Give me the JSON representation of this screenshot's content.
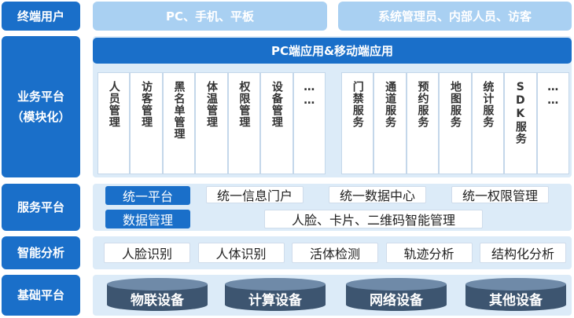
{
  "layers": {
    "terminal": "终端用户",
    "business": [
      "业务平台",
      "（模块化）"
    ],
    "service": "服务平台",
    "analysis": "智能分析",
    "base": "基础平台"
  },
  "terminal_boxes": [
    "PC、手机、平板",
    "系统管理员、内部人员、访客"
  ],
  "app_bar": "PC端应用&移动端应用",
  "modules_left": [
    "人员管理",
    "访客管理",
    "黑名单管理",
    "体温管理",
    "权限管理",
    "设备管理",
    "……"
  ],
  "modules_right": [
    "门禁服务",
    "通道服务",
    "预约服务",
    "地图服务",
    "统计服务",
    "SDK服务",
    "……"
  ],
  "service_platform": {
    "unified_platform": "统一平台",
    "data_management": "数据管理",
    "items": [
      "统一信息门户",
      "统一数据中心",
      "统一权限管理"
    ],
    "smart_management": "人脸、卡片、二维码智能管理"
  },
  "analysis_items": [
    "人脸识别",
    "人体识别",
    "活体检测",
    "轨迹分析",
    "结构化分析"
  ],
  "devices": [
    "物联设备",
    "计算设备",
    "网络设备",
    "其他设备"
  ],
  "colors": {
    "primary": "#1a6fc9",
    "light": "#a9d0f2",
    "panel": "#dcebf8",
    "cylinder": "#3d5570"
  }
}
